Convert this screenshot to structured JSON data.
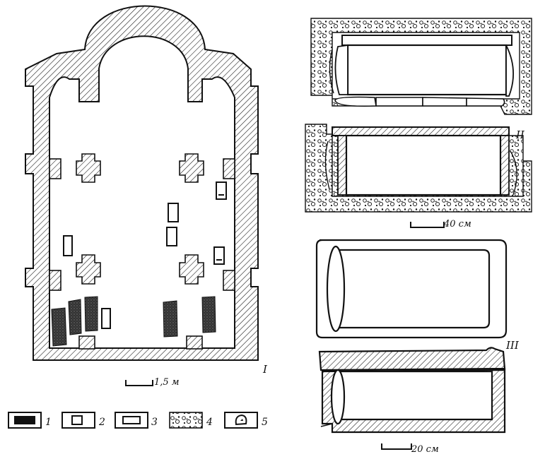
{
  "figure": {
    "panel_labels": [
      "I",
      "II",
      "III"
    ],
    "scales": {
      "plan": "1,5 м",
      "panel2": "40 см",
      "panel3": "20 см"
    },
    "legend": [
      {
        "num": "1",
        "icon": "filled-grave-icon"
      },
      {
        "num": "2",
        "icon": "small-grave-icon"
      },
      {
        "num": "3",
        "icon": "empty-rectangle-icon"
      },
      {
        "num": "4",
        "icon": "rubble-fill-icon"
      },
      {
        "num": "5",
        "icon": "stone-icon"
      }
    ],
    "colors": {
      "ink": "#111111",
      "paper": "#ffffff"
    }
  }
}
